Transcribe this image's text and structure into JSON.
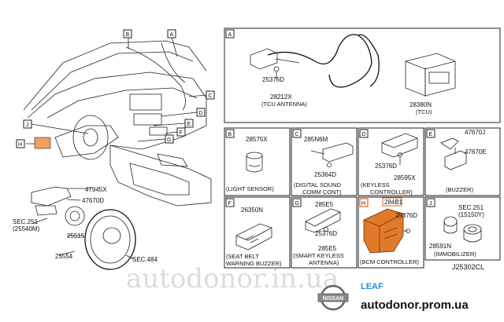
{
  "watermark": "autodonor.in.ua",
  "site": "autodonor.prom.ua",
  "model": "LEAF",
  "brand": "NISSAN",
  "figure_code": "J25302CL",
  "colors": {
    "highlight": "#e0611a",
    "bcm_fill": "#e07a2a",
    "leaf_blue": "#2a8fd8"
  },
  "overview": {
    "callouts": [
      "B",
      "A",
      "C",
      "D",
      "J",
      "E",
      "F",
      "G",
      "H"
    ],
    "parts": [
      "47945X",
      "47670D",
      "SEC.251",
      "(25540M)",
      "25515",
      "25554",
      "SEC.484"
    ]
  },
  "panels": {
    "A": {
      "letter": "A",
      "parts": [
        "25376D",
        "28212X",
        "28380N"
      ],
      "caption": "(TCU ANTENNA)",
      "caption2": "(TCU)"
    },
    "B": {
      "letter": "B",
      "parts": [
        "28575X"
      ],
      "caption": "(LIGHT SENSOR)"
    },
    "C": {
      "letter": "C",
      "parts": [
        "285N6M",
        "25364D"
      ],
      "caption": "(DIGITAL SOUND",
      "caption2": "COMM CONT)"
    },
    "D": {
      "letter": "D",
      "parts": [
        "25376D",
        "28595X"
      ],
      "caption": "(KEYLESS",
      "caption2": "CONTROLLER)"
    },
    "E": {
      "letter": "E",
      "parts": [
        "47670J",
        "47670E"
      ],
      "caption": "(BUZZER)"
    },
    "F": {
      "letter": "F",
      "parts": [
        "26350N"
      ],
      "caption": "(SEAT BELT",
      "caption2": "WARNING BUZZER)"
    },
    "G": {
      "letter": "G",
      "parts": [
        "285E5",
        "25376D",
        "285E5"
      ],
      "caption": "(SMART KEYLESS",
      "caption2": "ANTENNA)"
    },
    "H": {
      "letter": "H",
      "parts": [
        "284B1",
        "25376D"
      ],
      "caption": "(BCM CONTROLLER)"
    },
    "J": {
      "letter": "J",
      "parts": [
        "SEC.251",
        "(15150Y)",
        "28591N"
      ],
      "caption": "(IMMOBILIZER)"
    }
  }
}
